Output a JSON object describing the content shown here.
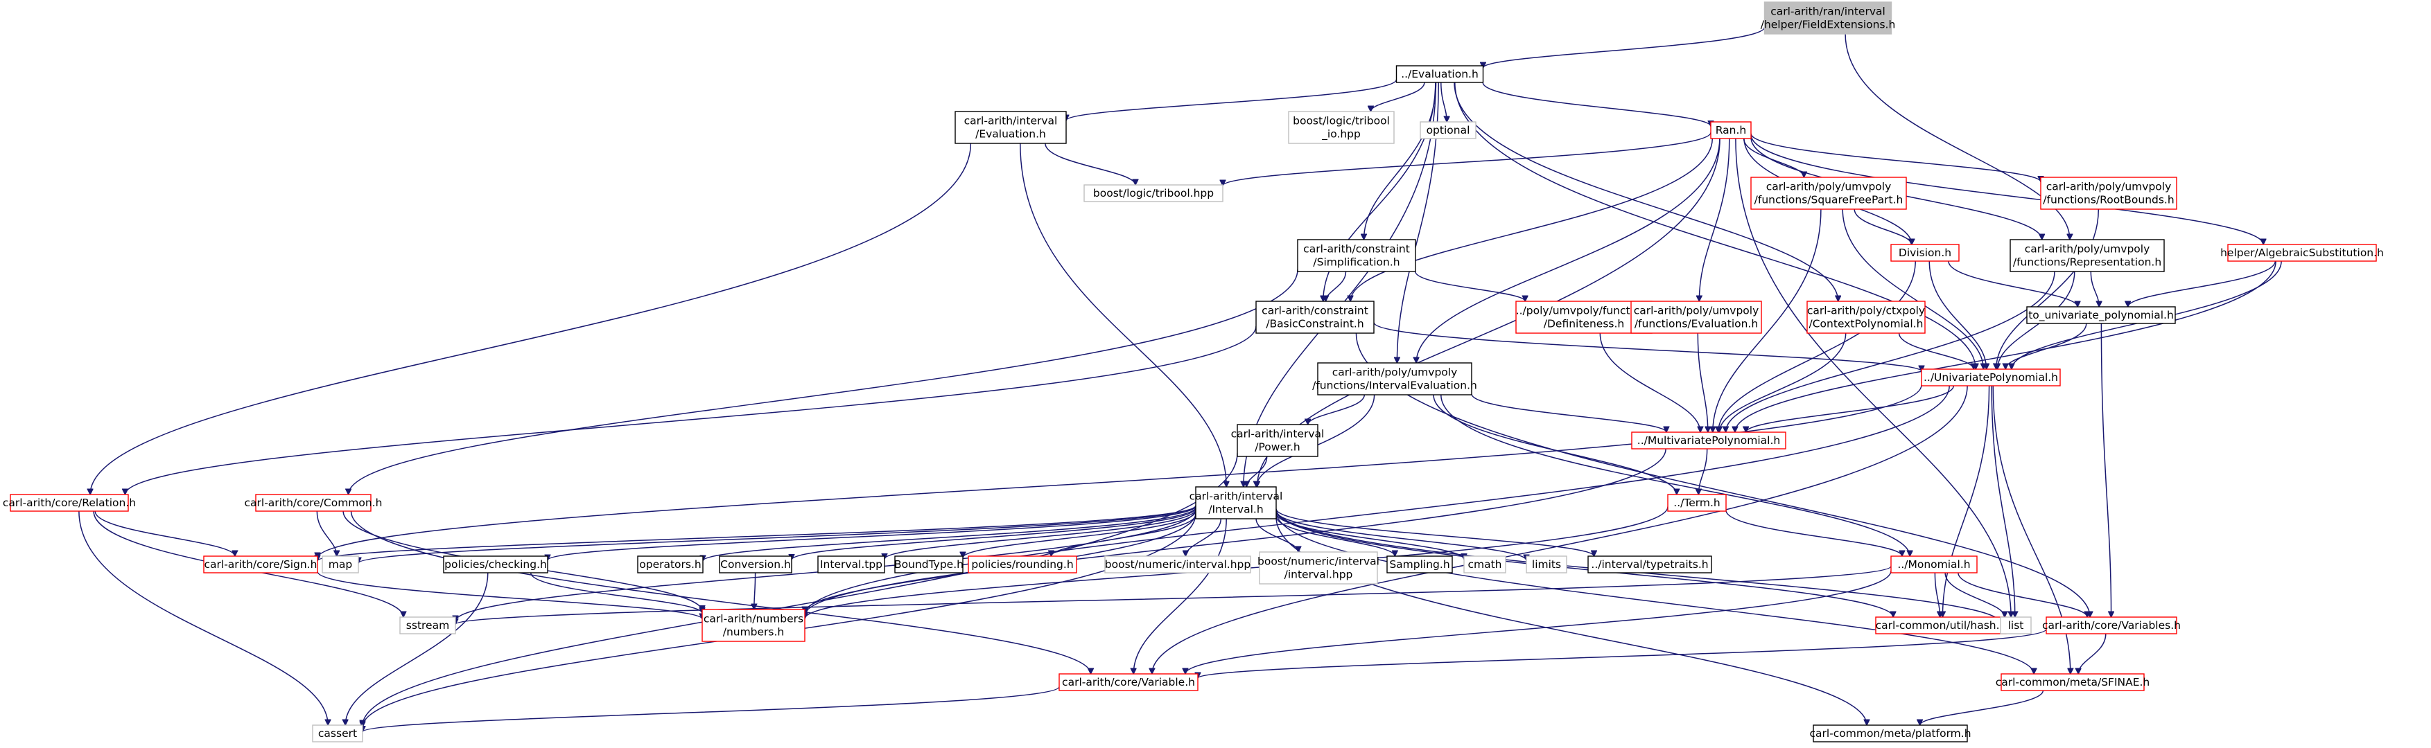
{
  "colors": {
    "edge": "#191970",
    "border_normal": "#000000",
    "border_missing": "#bfbfbf",
    "border_incomplete": "#ff0000",
    "fill_root": "#bfbfbf",
    "fill_normal": "#ffffff",
    "text": "#000000"
  },
  "nodes": [
    {
      "id": "root",
      "lines": [
        "carl-arith/ran/interval",
        "/helper/FieldExtensions.h"
      ],
      "kind": "root"
    },
    {
      "id": "evaluation",
      "lines": [
        "../Evaluation.h"
      ],
      "kind": "normal"
    },
    {
      "id": "interval_evaluation",
      "lines": [
        "carl-arith/interval",
        "/Evaluation.h"
      ],
      "kind": "normal"
    },
    {
      "id": "tribool_io",
      "lines": [
        "boost/logic/tribool",
        "_io.hpp"
      ],
      "kind": "missing"
    },
    {
      "id": "optional",
      "lines": [
        "optional"
      ],
      "kind": "missing"
    },
    {
      "id": "ran",
      "lines": [
        "Ran.h"
      ],
      "kind": "incomplete"
    },
    {
      "id": "tribool",
      "lines": [
        "boost/logic/tribool.hpp"
      ],
      "kind": "missing"
    },
    {
      "id": "square_free",
      "lines": [
        "carl-arith/poly/umvpoly",
        "/functions/SquareFreePart.h"
      ],
      "kind": "incomplete"
    },
    {
      "id": "root_bounds",
      "lines": [
        "carl-arith/poly/umvpoly",
        "/functions/RootBounds.h"
      ],
      "kind": "incomplete"
    },
    {
      "id": "algebraic_subst",
      "lines": [
        "helper/AlgebraicSubstitution.h"
      ],
      "kind": "incomplete"
    },
    {
      "id": "simplification",
      "lines": [
        "carl-arith/constraint",
        "/Simplification.h"
      ],
      "kind": "normal"
    },
    {
      "id": "division",
      "lines": [
        "Division.h"
      ],
      "kind": "incomplete"
    },
    {
      "id": "representation",
      "lines": [
        "carl-arith/poly/umvpoly",
        "/functions/Representation.h"
      ],
      "kind": "normal"
    },
    {
      "id": "basic_constraint",
      "lines": [
        "carl-arith/constraint",
        "/BasicConstraint.h"
      ],
      "kind": "normal"
    },
    {
      "id": "definiteness",
      "lines": [
        "../poly/umvpoly/functions",
        "/Definiteness.h"
      ],
      "kind": "incomplete"
    },
    {
      "id": "poly_evaluation",
      "lines": [
        "carl-arith/poly/umvpoly",
        "/functions/Evaluation.h"
      ],
      "kind": "incomplete"
    },
    {
      "id": "context_poly",
      "lines": [
        "carl-arith/poly/ctxpoly",
        "/ContextPolynomial.h"
      ],
      "kind": "incomplete"
    },
    {
      "id": "to_univariate",
      "lines": [
        "to_univariate_polynomial.h"
      ],
      "kind": "normal"
    },
    {
      "id": "interval_eval_fn",
      "lines": [
        "carl-arith/poly/umvpoly",
        "/functions/IntervalEvaluation.h"
      ],
      "kind": "normal"
    },
    {
      "id": "univariate",
      "lines": [
        "../UnivariatePolynomial.h"
      ],
      "kind": "incomplete"
    },
    {
      "id": "power",
      "lines": [
        "carl-arith/interval",
        "/Power.h"
      ],
      "kind": "normal"
    },
    {
      "id": "multivariate",
      "lines": [
        "../MultivariatePolynomial.h"
      ],
      "kind": "incomplete"
    },
    {
      "id": "relation",
      "lines": [
        "carl-arith/core/Relation.h"
      ],
      "kind": "incomplete"
    },
    {
      "id": "common",
      "lines": [
        "carl-arith/core/Common.h"
      ],
      "kind": "incomplete"
    },
    {
      "id": "interval",
      "lines": [
        "carl-arith/interval",
        "/Interval.h"
      ],
      "kind": "normal"
    },
    {
      "id": "term",
      "lines": [
        "../Term.h"
      ],
      "kind": "incomplete"
    },
    {
      "id": "sign",
      "lines": [
        "carl-arith/core/Sign.h"
      ],
      "kind": "incomplete"
    },
    {
      "id": "map",
      "lines": [
        "map"
      ],
      "kind": "missing"
    },
    {
      "id": "checking",
      "lines": [
        "policies/checking.h"
      ],
      "kind": "normal"
    },
    {
      "id": "operators",
      "lines": [
        "operators.h"
      ],
      "kind": "normal"
    },
    {
      "id": "conversion",
      "lines": [
        "Conversion.h"
      ],
      "kind": "normal"
    },
    {
      "id": "interval_tpp",
      "lines": [
        "Interval.tpp"
      ],
      "kind": "normal"
    },
    {
      "id": "boundtype",
      "lines": [
        "BoundType.h"
      ],
      "kind": "normal"
    },
    {
      "id": "rounding",
      "lines": [
        "policies/rounding.h"
      ],
      "kind": "incomplete"
    },
    {
      "id": "boost_interval",
      "lines": [
        "boost/numeric/interval.hpp"
      ],
      "kind": "missing"
    },
    {
      "id": "boost_interval_interval",
      "lines": [
        "boost/numeric/interval",
        "/interval.hpp"
      ],
      "kind": "missing"
    },
    {
      "id": "sampling",
      "lines": [
        "Sampling.h"
      ],
      "kind": "normal"
    },
    {
      "id": "cmath",
      "lines": [
        "cmath"
      ],
      "kind": "missing"
    },
    {
      "id": "limits",
      "lines": [
        "limits"
      ],
      "kind": "missing"
    },
    {
      "id": "typetraits",
      "lines": [
        "../interval/typetraits.h"
      ],
      "kind": "normal"
    },
    {
      "id": "monomial",
      "lines": [
        "../Monomial.h"
      ],
      "kind": "incomplete"
    },
    {
      "id": "sstream",
      "lines": [
        "sstream"
      ],
      "kind": "missing"
    },
    {
      "id": "numbers",
      "lines": [
        "carl-arith/numbers",
        "/numbers.h"
      ],
      "kind": "incomplete"
    },
    {
      "id": "hash",
      "lines": [
        "carl-common/util/hash.h"
      ],
      "kind": "incomplete"
    },
    {
      "id": "list",
      "lines": [
        "list"
      ],
      "kind": "missing"
    },
    {
      "id": "variables",
      "lines": [
        "carl-arith/core/Variables.h"
      ],
      "kind": "incomplete"
    },
    {
      "id": "variable",
      "lines": [
        "carl-arith/core/Variable.h"
      ],
      "kind": "incomplete"
    },
    {
      "id": "sfinae",
      "lines": [
        "carl-common/meta/SFINAE.h"
      ],
      "kind": "incomplete"
    },
    {
      "id": "cassert",
      "lines": [
        "cassert"
      ],
      "kind": "missing"
    },
    {
      "id": "platform",
      "lines": [
        "carl-common/meta/platform.h"
      ],
      "kind": "normal"
    }
  ],
  "edges": [
    [
      "root",
      "evaluation"
    ],
    [
      "root",
      "representation"
    ],
    [
      "evaluation",
      "interval_evaluation"
    ],
    [
      "evaluation",
      "tribool_io"
    ],
    [
      "evaluation",
      "optional"
    ],
    [
      "evaluation",
      "ran"
    ],
    [
      "evaluation",
      "simplification"
    ],
    [
      "evaluation",
      "basic_constraint"
    ],
    [
      "evaluation",
      "context_poly"
    ],
    [
      "evaluation",
      "interval_eval_fn"
    ],
    [
      "evaluation",
      "univariate"
    ],
    [
      "evaluation",
      "interval"
    ],
    [
      "interval_evaluation",
      "tribool"
    ],
    [
      "interval_evaluation",
      "relation"
    ],
    [
      "interval_evaluation",
      "interval"
    ],
    [
      "ran",
      "tribool"
    ],
    [
      "ran",
      "square_free"
    ],
    [
      "ran",
      "root_bounds"
    ],
    [
      "ran",
      "algebraic_subst"
    ],
    [
      "ran",
      "division"
    ],
    [
      "ran",
      "representation"
    ],
    [
      "ran",
      "basic_constraint"
    ],
    [
      "ran",
      "poly_evaluation"
    ],
    [
      "ran",
      "interval_eval_fn"
    ],
    [
      "ran",
      "interval"
    ],
    [
      "ran",
      "list"
    ],
    [
      "square_free",
      "division"
    ],
    [
      "square_free",
      "multivariate"
    ],
    [
      "square_free",
      "univariate"
    ],
    [
      "root_bounds",
      "univariate"
    ],
    [
      "algebraic_subst",
      "to_univariate"
    ],
    [
      "algebraic_subst",
      "univariate"
    ],
    [
      "algebraic_subst",
      "multivariate"
    ],
    [
      "simplification",
      "basic_constraint"
    ],
    [
      "simplification",
      "definiteness"
    ],
    [
      "simplification",
      "common"
    ],
    [
      "division",
      "to_univariate"
    ],
    [
      "division",
      "univariate"
    ],
    [
      "division",
      "multivariate"
    ],
    [
      "representation",
      "to_univariate"
    ],
    [
      "representation",
      "univariate"
    ],
    [
      "representation",
      "multivariate"
    ],
    [
      "basic_constraint",
      "relation"
    ],
    [
      "basic_constraint",
      "variables"
    ],
    [
      "basic_constraint",
      "univariate"
    ],
    [
      "definiteness",
      "multivariate"
    ],
    [
      "poly_evaluation",
      "multivariate"
    ],
    [
      "context_poly",
      "univariate"
    ],
    [
      "context_poly",
      "multivariate"
    ],
    [
      "to_univariate",
      "univariate"
    ],
    [
      "to_univariate",
      "variables"
    ],
    [
      "interval_eval_fn",
      "power"
    ],
    [
      "interval_eval_fn",
      "interval"
    ],
    [
      "interval_eval_fn",
      "multivariate"
    ],
    [
      "interval_eval_fn",
      "term"
    ],
    [
      "interval_eval_fn",
      "monomial"
    ],
    [
      "univariate",
      "multivariate"
    ],
    [
      "univariate",
      "sign"
    ],
    [
      "univariate",
      "numbers"
    ],
    [
      "univariate",
      "hash"
    ],
    [
      "univariate",
      "list"
    ],
    [
      "univariate",
      "variable"
    ],
    [
      "univariate",
      "sfinae"
    ],
    [
      "power",
      "interval"
    ],
    [
      "power",
      "cassert"
    ],
    [
      "multivariate",
      "term"
    ],
    [
      "multivariate",
      "numbers"
    ],
    [
      "relation",
      "sign"
    ],
    [
      "relation",
      "sstream"
    ],
    [
      "relation",
      "cassert"
    ],
    [
      "common",
      "map"
    ],
    [
      "common",
      "numbers"
    ],
    [
      "common",
      "variable"
    ],
    [
      "interval",
      "sign"
    ],
    [
      "interval",
      "map"
    ],
    [
      "interval",
      "checking"
    ],
    [
      "interval",
      "operators"
    ],
    [
      "interval",
      "conversion"
    ],
    [
      "interval",
      "interval_tpp"
    ],
    [
      "interval",
      "boundtype"
    ],
    [
      "interval",
      "rounding"
    ],
    [
      "interval",
      "boost_interval"
    ],
    [
      "interval",
      "boost_interval_interval"
    ],
    [
      "interval",
      "sampling"
    ],
    [
      "interval",
      "cmath"
    ],
    [
      "interval",
      "limits"
    ],
    [
      "interval",
      "typetraits"
    ],
    [
      "interval",
      "sstream"
    ],
    [
      "interval",
      "numbers"
    ],
    [
      "interval",
      "hash"
    ],
    [
      "interval",
      "list"
    ],
    [
      "interval",
      "variable"
    ],
    [
      "interval",
      "cassert"
    ],
    [
      "interval",
      "platform"
    ],
    [
      "interval",
      "sfinae"
    ],
    [
      "term",
      "monomial"
    ],
    [
      "term",
      "numbers"
    ],
    [
      "monomial",
      "hash"
    ],
    [
      "monomial",
      "list"
    ],
    [
      "monomial",
      "variables"
    ],
    [
      "monomial",
      "variable"
    ],
    [
      "monomial",
      "sstream"
    ],
    [
      "sign",
      "numbers"
    ],
    [
      "checking",
      "numbers"
    ],
    [
      "checking",
      "cassert"
    ],
    [
      "conversion",
      "numbers"
    ],
    [
      "variables",
      "variable"
    ],
    [
      "variables",
      "sfinae"
    ],
    [
      "variable",
      "cassert"
    ],
    [
      "sfinae",
      "platform"
    ]
  ]
}
